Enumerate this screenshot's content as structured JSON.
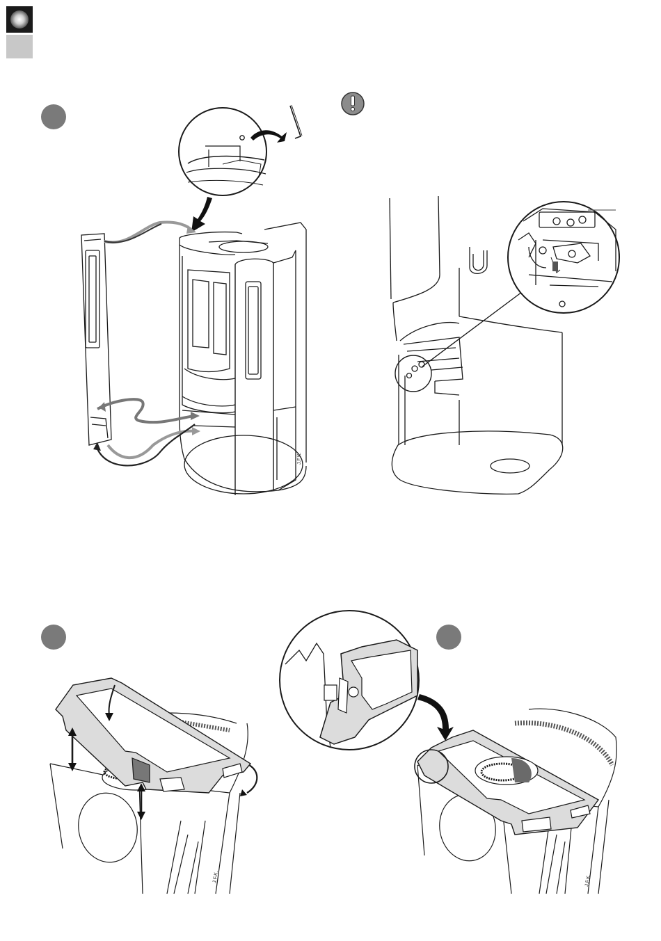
{
  "header": {
    "tab_active_color": "#1a1a1a",
    "tab_inactive_color": "#c8c8c8"
  },
  "icons": {
    "warning": "exclamation-in-circle"
  },
  "figures": {
    "fig1": {
      "step_marker_color": "#7a7a7a"
    },
    "fig2": {
      "step_marker_color": "#7a7a7a"
    },
    "fig3": {
      "step_marker_color": "#7a7a7a"
    }
  },
  "labels": {
    "brand_mark_1": "J.F.K.",
    "brand_mark_2": "J.F.K.",
    "brand_mark_3": "J.F.K.",
    "brand_mark_4": "J.F.K."
  }
}
